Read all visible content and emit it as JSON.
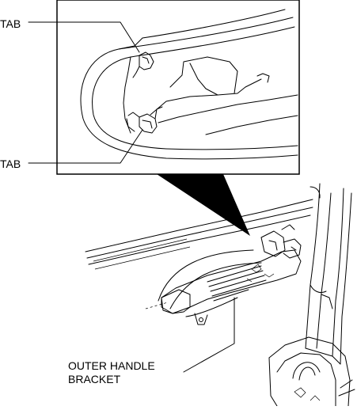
{
  "labels": {
    "tab_top": "TAB",
    "tab_bottom": "TAB",
    "outer_handle_line1": "OUTER HANDLE",
    "outer_handle_line2": "BRACKET"
  },
  "colors": {
    "line": "#000000",
    "background": "#ffffff"
  }
}
